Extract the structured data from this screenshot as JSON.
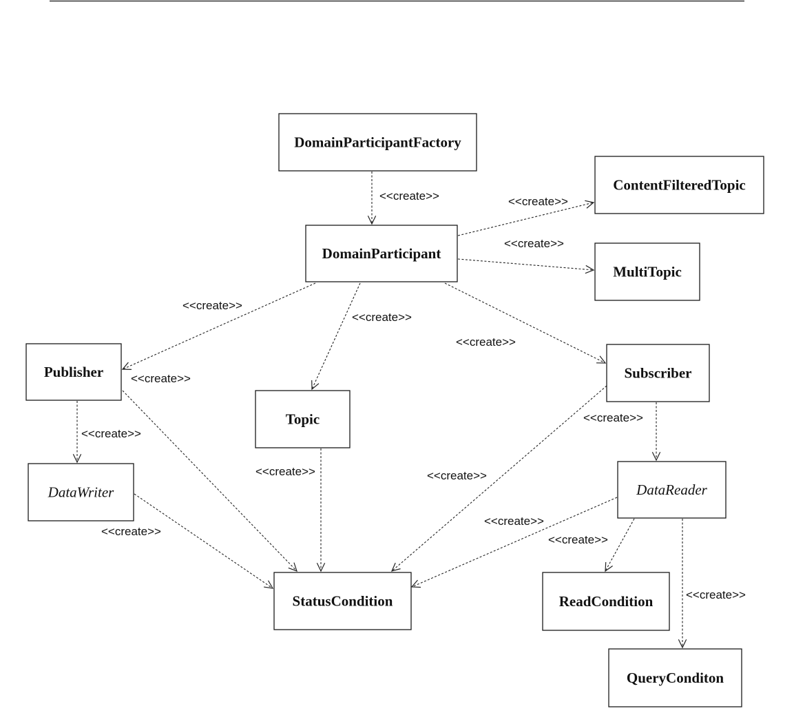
{
  "nodes": [
    {
      "id": "factory",
      "label": "DomainParticipantFactory",
      "style": "bold"
    },
    {
      "id": "participant",
      "label": "DomainParticipant",
      "style": "bold"
    },
    {
      "id": "cft",
      "label": "ContentFilteredTopic",
      "style": "bold"
    },
    {
      "id": "multitopic",
      "label": "MultiTopic",
      "style": "bold"
    },
    {
      "id": "publisher",
      "label": "Publisher",
      "style": "bold"
    },
    {
      "id": "topic",
      "label": "Topic",
      "style": "bold"
    },
    {
      "id": "subscriber",
      "label": "Subscriber",
      "style": "bold"
    },
    {
      "id": "datawriter",
      "label": "DataWriter",
      "style": "italic"
    },
    {
      "id": "datareader",
      "label": "DataReader",
      "style": "italic"
    },
    {
      "id": "status",
      "label": "StatusCondition",
      "style": "bold"
    },
    {
      "id": "readcond",
      "label": "ReadCondition",
      "style": "bold"
    },
    {
      "id": "querycond",
      "label": "QueryConditon",
      "style": "bold"
    }
  ],
  "edges": [
    {
      "id": "factory-participant",
      "from": "factory",
      "to": "participant",
      "label": "<<create>>"
    },
    {
      "id": "participant-cft",
      "from": "participant",
      "to": "cft",
      "label": "<<create>>"
    },
    {
      "id": "participant-multitopic",
      "from": "participant",
      "to": "multitopic",
      "label": "<<create>>"
    },
    {
      "id": "participant-publisher",
      "from": "participant",
      "to": "publisher",
      "label": "<<create>>"
    },
    {
      "id": "participant-topic",
      "from": "participant",
      "to": "topic",
      "label": "<<create>>"
    },
    {
      "id": "participant-subscriber",
      "from": "participant",
      "to": "subscriber",
      "label": "<<create>>"
    },
    {
      "id": "publisher-datawriter",
      "from": "publisher",
      "to": "datawriter",
      "label": "<<create>>"
    },
    {
      "id": "publisher-status",
      "from": "publisher",
      "to": "status",
      "label": "<<create>>"
    },
    {
      "id": "topic-status",
      "from": "topic",
      "to": "status",
      "label": "<<create>>"
    },
    {
      "id": "datawriter-status",
      "from": "datawriter",
      "to": "status",
      "label": "<<create>>"
    },
    {
      "id": "subscriber-status",
      "from": "subscriber",
      "to": "status",
      "label": "<<create>>"
    },
    {
      "id": "subscriber-datareader",
      "from": "subscriber",
      "to": "datareader",
      "label": "<<create>>"
    },
    {
      "id": "datareader-status",
      "from": "datareader",
      "to": "status",
      "label": "<<create>>"
    },
    {
      "id": "datareader-readcond",
      "from": "datareader",
      "to": "readcond",
      "label": "<<create>>"
    },
    {
      "id": "datareader-querycond",
      "from": "datareader",
      "to": "querycond",
      "label": "<<create>>"
    }
  ]
}
